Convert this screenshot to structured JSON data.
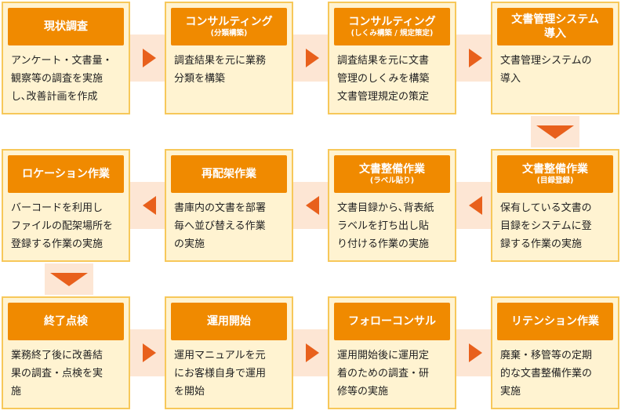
{
  "colors": {
    "header_bg": "#f08a00",
    "card_bg": "#fff3d1",
    "card_border": "#f7c85a",
    "connector_band": "#fde6d4",
    "arrow": "#e8601c"
  },
  "steps": [
    {
      "title": "現状調査",
      "subtitle": "",
      "lines": [
        "アンケート・文書量・",
        "観察等の調査を実施",
        "し､改善計画を作成"
      ]
    },
    {
      "title": "コンサルティング",
      "subtitle": "(分類構築)",
      "lines": [
        "調査結果を元に業務",
        "分類を構築"
      ]
    },
    {
      "title": "コンサルティング",
      "subtitle": "(しくみ構築 / 規定策定)",
      "lines": [
        "調査結果を元に文書",
        "管理のしくみを構築",
        "文書管理規定の策定"
      ]
    },
    {
      "title": "文書管理システム",
      "subtitle": "導入",
      "lines": [
        "文書管理システムの",
        "導入"
      ]
    },
    {
      "title": "文書整備作業",
      "subtitle": "(目録登録)",
      "lines": [
        "保有している文書の",
        "目録をシステムに登",
        "録する作業の実施"
      ]
    },
    {
      "title": "文書整備作業",
      "subtitle": "(ラベル貼り)",
      "lines": [
        "文書目録から､背表紙",
        "ラベルを打ち出し貼",
        "り付ける作業の実施"
      ]
    },
    {
      "title": "再配架作業",
      "subtitle": "",
      "lines": [
        "書庫内の文書を部署",
        "毎へ並び替える作業",
        "の実施"
      ]
    },
    {
      "title": "ロケーション作業",
      "subtitle": "",
      "lines": [
        "バーコードを利用し",
        "ファイルの配架場所を",
        "登録する作業の実施"
      ]
    },
    {
      "title": "終了点検",
      "subtitle": "",
      "lines": [
        "業務終了後に改善結",
        "果の調査・点検を実",
        "施"
      ]
    },
    {
      "title": "運用開始",
      "subtitle": "",
      "lines": [
        "運用マニュアルを元",
        "にお客様自身で運用",
        "を開始"
      ]
    },
    {
      "title": "フォローコンサル",
      "subtitle": "",
      "lines": [
        "運用開始後に運用定",
        "着のための調査・研",
        "修等の実施"
      ]
    },
    {
      "title": "リテンション作業",
      "subtitle": "",
      "lines": [
        "廃棄・移管等の定期",
        "的な文書整備作業の",
        "実施"
      ]
    }
  ]
}
